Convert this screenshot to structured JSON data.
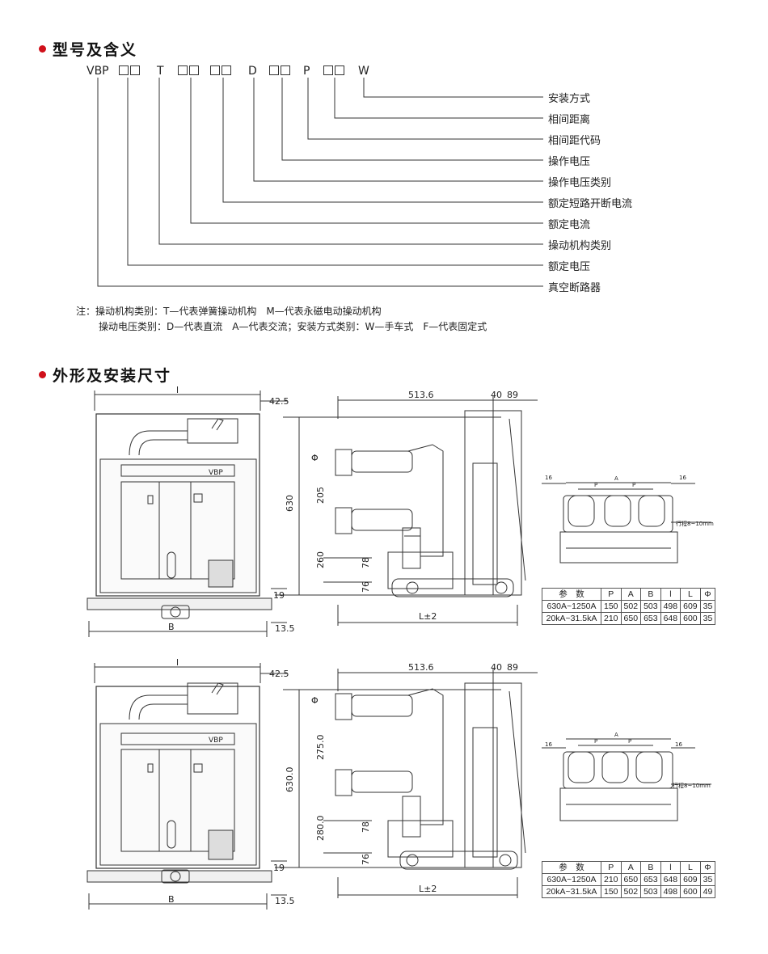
{
  "section1": {
    "title": "型号及含义"
  },
  "code": {
    "prefix": "VBP",
    "letters": [
      "T",
      "D",
      "P",
      "W"
    ]
  },
  "meanings": [
    "安装方式",
    "相间距离",
    "相间距代码",
    "操作电压",
    "操作电压类别",
    "额定短路开断电流",
    "额定电流",
    "操动机构类别",
    "额定电压",
    "真空断路器"
  ],
  "notes": {
    "line1": "注：操动机构类别：T—代表弹簧操动机构　M—代表永磁电动操动机构",
    "line2": "操动电压类别：D—代表直流　A—代表交流；安装方式类别：W—手车式　F—代表固定式"
  },
  "section2": {
    "title": "外形及安装尺寸"
  },
  "drawing1": {
    "front": {
      "label_l": "l",
      "label_b": "B",
      "dim_42_5": "42.5",
      "dim_13_5": "13.5",
      "dim_19": "19",
      "brand": "VBP"
    },
    "side": {
      "dim_513": "513.6",
      "dim_40": "40",
      "dim_89": "89",
      "dim_630": "630",
      "dim_205": "205",
      "dim_260": "260",
      "dim_78": "78",
      "dim_76": "76",
      "dim_L": "L±2",
      "phi": "Φ"
    },
    "top": {
      "dim_16a": "16",
      "dim_16b": "16",
      "dim_A": "A",
      "dim_P1": "P",
      "dim_P2": "P",
      "stroke": "行程8~10mm"
    },
    "table": {
      "headers": [
        "参　数",
        "P",
        "A",
        "B",
        "l",
        "L",
        "Φ"
      ],
      "rows": [
        [
          "630A~1250A",
          "150",
          "502",
          "503",
          "498",
          "609",
          "35"
        ],
        [
          "20kA~31.5kA",
          "210",
          "650",
          "653",
          "648",
          "600",
          "35"
        ]
      ]
    }
  },
  "drawing2": {
    "front": {
      "label_l": "l",
      "label_b": "B",
      "dim_42_5": "42.5",
      "dim_13_5": "13.5",
      "dim_19": "19",
      "brand": "VBP"
    },
    "side": {
      "dim_513": "513.6",
      "dim_40": "40",
      "dim_89": "89",
      "dim_630": "630.0",
      "dim_205": "275.0",
      "dim_260": "280.0",
      "dim_78": "78",
      "dim_76": "76",
      "dim_L": "L±2",
      "phi": "Φ"
    },
    "top": {
      "dim_16a": "16",
      "dim_16b": "16",
      "dim_A": "A",
      "dim_P1": "P",
      "dim_P2": "P",
      "stroke": "行程8~10mm"
    },
    "table": {
      "headers": [
        "参　数",
        "P",
        "A",
        "B",
        "l",
        "L",
        "Φ"
      ],
      "rows": [
        [
          "630A~1250A",
          "210",
          "650",
          "653",
          "648",
          "609",
          "35"
        ],
        [
          "20kA~31.5kA",
          "150",
          "502",
          "503",
          "498",
          "600",
          "49"
        ]
      ]
    }
  }
}
